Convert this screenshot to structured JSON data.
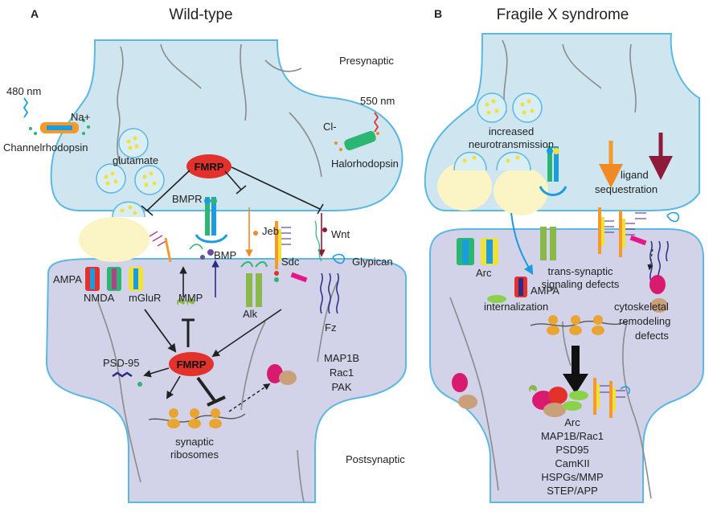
{
  "panels": {
    "a": {
      "letter": "A",
      "title": "Wild-type",
      "presynaptic": "Presynaptic",
      "postsynaptic": "Postsynaptic",
      "light_480": "480 nm",
      "na": "Na+",
      "channelrhodopsin": "Channelrhodopsin",
      "light_550": "550 nm",
      "cl": "Cl-",
      "halorhodopsin": "Halorhodopsin",
      "glutamate": "glutamate",
      "fmrp_pre": "FMRP",
      "bmpr": "BMPR",
      "jeb": "Jeb",
      "wnt": "Wnt",
      "bmp": "BMP",
      "sdc": "Sdc",
      "glypican": "Glypican",
      "ampa": "AMPA",
      "nmda": "NMDA",
      "mglur": "mGluR",
      "mmp": "MMP",
      "alk": "Alk",
      "fz": "Fz",
      "fmrp_post": "FMRP",
      "psd95": "PSD-95",
      "map1b": "MAP1B",
      "rac1": "Rac1",
      "pak": "PAK",
      "ribosomes_1": "synaptic",
      "ribosomes_2": "ribosomes"
    },
    "b": {
      "letter": "B",
      "title": "Fragile X syndrome",
      "neuro_1": "increased",
      "neuro_2": "neurotransmission",
      "ligand_1": "ligand",
      "ligand_2": "sequestration",
      "trans_1": "trans-synaptic",
      "trans_2": "signaling defects",
      "arc": "Arc",
      "ampa_1": "AMPA",
      "ampa_2": "internalization",
      "cyto_1": "cytoskeletal",
      "cyto_2": "remodeling",
      "cyto_3": "defects",
      "list": [
        "Arc",
        "MAP1B/Rac1",
        "PSD95",
        "CamKII",
        "HSPGs/MMP",
        "STEP/APP"
      ]
    }
  },
  "colors": {
    "pre": "#cfe6f0",
    "post": "#d2d3e8",
    "outline": "#5bb8e0",
    "fmrp": "#e3312c",
    "glial": "#fbf4c4"
  }
}
